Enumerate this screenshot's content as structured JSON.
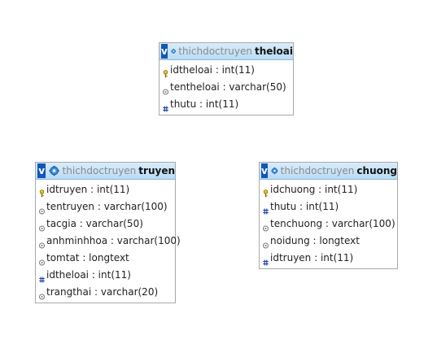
{
  "database": "thichdoctruyen",
  "toggle_label": "v",
  "tables": [
    {
      "name": "theloai",
      "columns": [
        {
          "text": "idtheloai : int(11)",
          "icon": "key-icon"
        },
        {
          "text": "tentheloai : varchar(50)",
          "icon": "text-column-icon"
        },
        {
          "text": "thutu : int(11)",
          "icon": "numeric-column-icon"
        }
      ]
    },
    {
      "name": "truyen",
      "columns": [
        {
          "text": "idtruyen : int(11)",
          "icon": "key-icon"
        },
        {
          "text": "tentruyen : varchar(100)",
          "icon": "text-column-icon"
        },
        {
          "text": "tacgia : varchar(50)",
          "icon": "text-column-icon"
        },
        {
          "text": "anhminhhoa : varchar(100)",
          "icon": "text-column-icon"
        },
        {
          "text": "tomtat : longtext",
          "icon": "text-column-icon"
        },
        {
          "text": "idtheloai : int(11)",
          "icon": "numeric-column-icon"
        },
        {
          "text": "trangthai : varchar(20)",
          "icon": "text-column-icon"
        }
      ]
    },
    {
      "name": "chuong",
      "columns": [
        {
          "text": "idchuong : int(11)",
          "icon": "key-icon"
        },
        {
          "text": "thutu : int(11)",
          "icon": "numeric-column-icon"
        },
        {
          "text": "tenchuong : varchar(100)",
          "icon": "text-column-icon"
        },
        {
          "text": "noidung : longtext",
          "icon": "text-column-icon"
        },
        {
          "text": "idtruyen : int(11)",
          "icon": "numeric-column-icon"
        }
      ]
    }
  ]
}
